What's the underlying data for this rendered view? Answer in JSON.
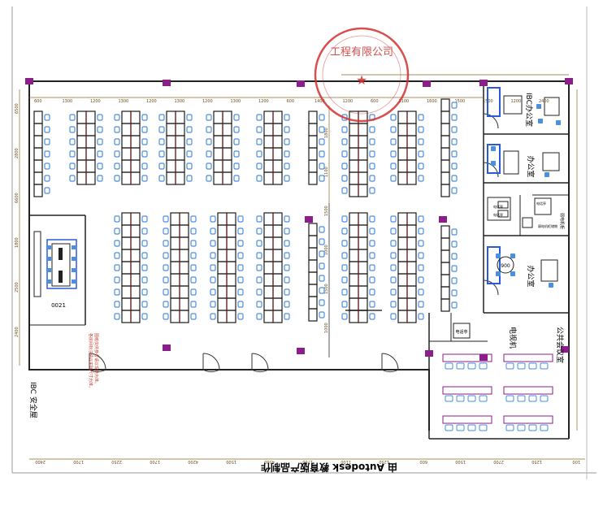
{
  "footer": {
    "produced_by": "由 Autodesk 教育版产品制作"
  },
  "rooms": {
    "ibc_office_top": "IBC办公室",
    "office_mid": "办公室",
    "office_low": "办公室",
    "security_room": "IBC 安全屋",
    "public_meeting_room": "公共会议室",
    "tv_label": "电视机",
    "phone_booth": "电话亭",
    "small_room_a": "电话亭",
    "small_room_b": "电话亭",
    "small_room_c": "弱电机柜",
    "machine_room": "弱电机柜储物"
  },
  "labels": {
    "room_number": "0021",
    "round_table_size": "900",
    "notice": "各房间标注请以实际尺寸为准，",
    "notice2": "图纸仅供参考请以现场为准。"
  },
  "stamp": {
    "text": "工程有限公司"
  },
  "dimensions": {
    "top": [
      "600",
      "1300",
      "1200",
      "1300",
      "1200",
      "1300",
      "1200",
      "1300",
      "1200",
      "600",
      "1400",
      "1200",
      "600",
      "2100",
      "1600",
      "1500",
      "1500",
      "1200",
      "2400"
    ],
    "bottom": [
      "2400",
      "1700",
      "2250",
      "1700",
      "4200",
      "1500",
      "4500",
      "1700",
      "1100",
      "1250",
      "600",
      "1500",
      "2700",
      "1250",
      "100"
    ],
    "left": [
      "6500",
      "2800",
      "6600",
      "1800",
      "2500",
      "2400"
    ],
    "mid_right": [
      "1800",
      "1100",
      "1500",
      "1000",
      "1500",
      "1000"
    ]
  },
  "colors": {
    "wall": "#222222",
    "dim_line": "#8a6a2a",
    "chair": "#4a8fe0",
    "column": "#8b1e8b",
    "stamp": "#d23030",
    "desk": "#1a1a1a",
    "dim_text": "#6a4a1a"
  }
}
